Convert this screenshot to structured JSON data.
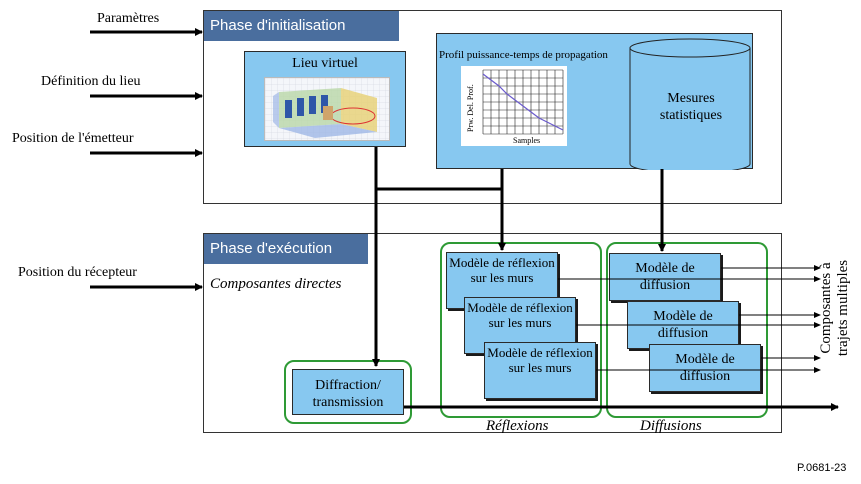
{
  "inputs": {
    "parameters": "Paramètres",
    "place_definition": "Définition du lieu",
    "emitter_position": "Position de l'émetteur",
    "receiver_position": "Position du récepteur"
  },
  "init_phase": {
    "title": "Phase d'initialisation",
    "virtual_place": "Lieu virtuel",
    "profile_title": "Profil puissance-temps de propagation",
    "profile_ylabel": "Prw. Del. Prof.",
    "profile_xlabel": "Samples",
    "stat_measures": "Mesures statistiques"
  },
  "exec_phase": {
    "title": "Phase d'exécution",
    "direct_components": "Composantes directes",
    "diffraction": "Diffraction/ transmission",
    "reflection_models": [
      "Modèle de réflexion sur les murs",
      "Modèle de réflexion sur les murs",
      "Modèle de réflexion sur les murs"
    ],
    "diffusion_models": [
      "Modèle de diffusion",
      "Modèle de diffusion",
      "Modèle de diffusion"
    ],
    "reflections_label": "Réflexions",
    "diffusions_label": "Diffusions",
    "output_label_line1": "Composantes à",
    "output_label_line2": "trajets multiples"
  },
  "figure_ref": "P.0681-23",
  "colors": {
    "phase_tab": "#4a6e9e",
    "box_fill": "#87c8f0",
    "group_border": "#2e9a35"
  }
}
